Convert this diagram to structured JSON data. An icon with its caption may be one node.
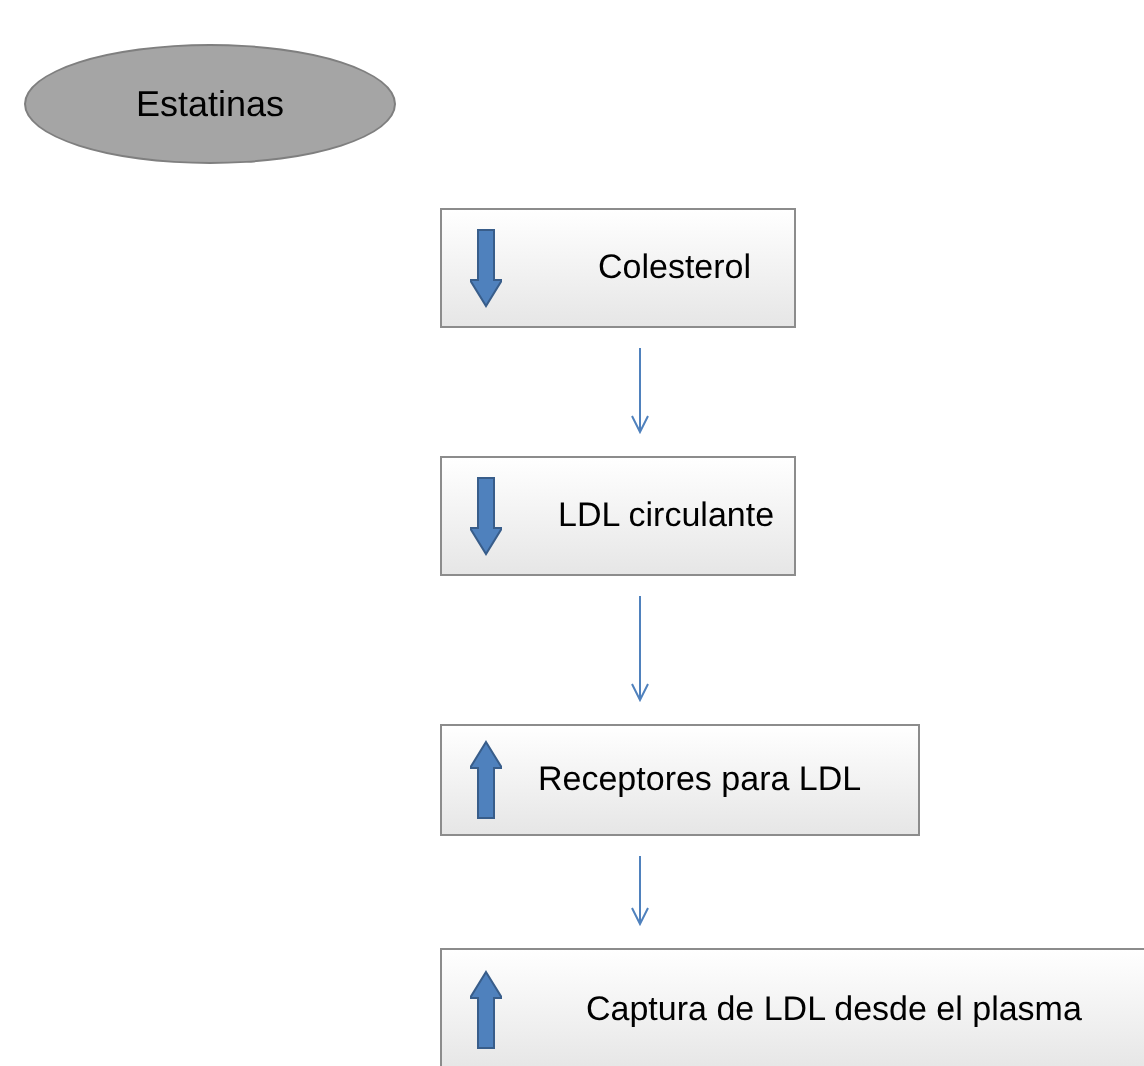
{
  "diagram": {
    "nodes": [
      {
        "text": [
          "Estatinas"
        ]
      },
      {
        "text": [
          "Colesterol"
        ]
      },
      {
        "text": [
          "LDL circulante"
        ]
      },
      {
        "text": [
          "Receptores para LDL"
        ]
      },
      {
        "text": [
          "Captura de LDL desde el plasma"
        ]
      }
    ],
    "edges": [
      {
        "from": 1,
        "to": 2,
        "arrow": "to"
      },
      {
        "from": 2,
        "to": 3,
        "arrow": "to"
      },
      {
        "from": 3,
        "to": 4,
        "arrow": "to"
      }
    ]
  }
}
